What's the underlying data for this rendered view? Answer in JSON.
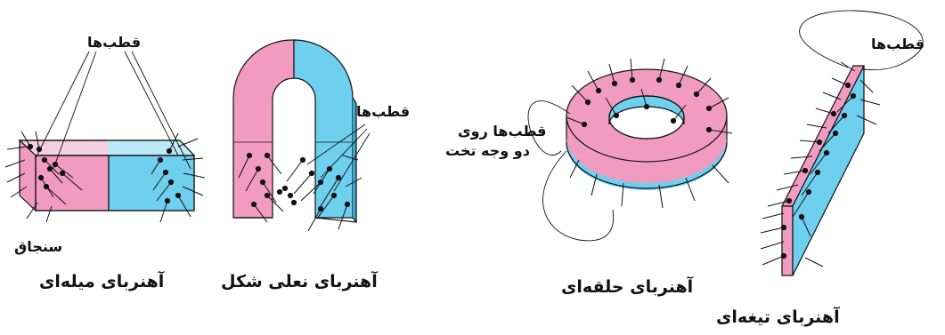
{
  "labels": {
    "poles_bar": "قطب‌ها",
    "poles_horseshoe": "قطب‌ها",
    "poles_ring_line1": "قطب‌ها روی",
    "poles_ring_line2": "دو وجه تخت",
    "poles_blade": "قطب‌ها",
    "pin": "سنجاق",
    "bar_magnet": "آهنربای میله‌ای",
    "horseshoe_magnet": "آهنربای نعلی شکل",
    "ring_magnet": "آهنربای حلقه‌ای",
    "blade_magnet": "آهنربای تیغه‌ای"
  },
  "colors": {
    "pink": "#f29bc0",
    "blue": "#6fcfee",
    "ink": "#111111"
  }
}
